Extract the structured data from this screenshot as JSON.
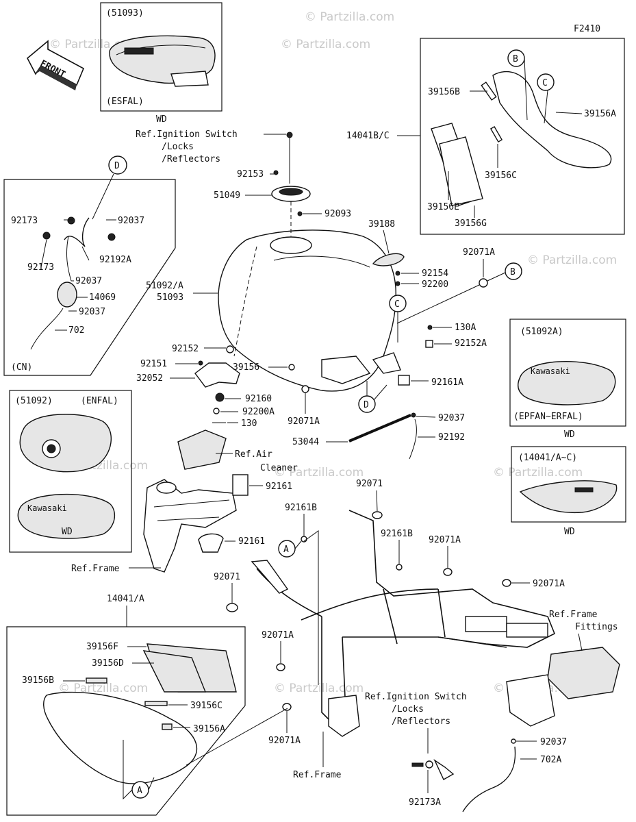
{
  "figure_code": "F2410",
  "front_label": "FRONT",
  "watermark": "© Partzilla.com",
  "callouts": {
    "a": "A",
    "b": "B",
    "c": "C",
    "d": "D"
  },
  "insets": {
    "esfal": {
      "title": "(51093)",
      "subtitle": "(ESFAL)",
      "caption": "WD"
    },
    "cn": {
      "subtitle": "(CN)"
    },
    "enfal": {
      "title": "(51092)",
      "variant": "(ENFAL)",
      "caption": "WD",
      "brand": "Kawasaki"
    },
    "epfan": {
      "title": "(51092A)",
      "subtitle": "(EPFAN~ERFAL)",
      "caption": "WD",
      "brand": "Kawasaki"
    },
    "cover": {
      "title": "(14041/A~C)",
      "caption": "WD"
    }
  },
  "labels": {
    "ref_ignition_1": "Ref.Ignition Switch",
    "ref_locks_1": "/Locks",
    "ref_reflectors_1": "/Reflectors",
    "ref_ignition_2": "Ref.Ignition Switch",
    "ref_locks_2": "/Locks",
    "ref_reflectors_2": "/Reflectors",
    "ref_air_1": "Ref.Air",
    "ref_air_2": "Cleaner",
    "ref_frame_1": "Ref.Frame",
    "ref_frame_2": "Ref.Frame",
    "ref_frame_fit_1": "Ref.Frame",
    "ref_frame_fit_2": "Fittings",
    "p92153": "92153",
    "p51049": "51049",
    "p92093": "92093",
    "p39188": "39188",
    "p92071A_1": "92071A",
    "p92154": "92154",
    "p92200": "92200",
    "p51092A": "51092/A",
    "p51093": "51093",
    "p130A": "130A",
    "p92152A": "92152A",
    "p92152": "92152",
    "p92151": "92151",
    "p32052": "32052",
    "p39156": "39156",
    "p92161A": "92161A",
    "p92160": "92160",
    "p92200A": "92200A",
    "p130": "130",
    "p92071A_2": "92071A",
    "p92037_main": "92037",
    "p53044": "53044",
    "p92192": "92192",
    "p92161_1": "92161",
    "p92161_2": "92161",
    "p92071_1": "92071",
    "p92161B_1": "92161B",
    "p92161B_2": "92161B",
    "p92071A_3": "92071A",
    "p92071_2": "92071",
    "p92071A_4": "92071A",
    "p92071A_5": "92071A",
    "p92071A_6": "92071A",
    "p14041A": "14041/A",
    "p39156F": "39156F",
    "p39156D": "39156D",
    "p39156B_1": "39156B",
    "p39156C_1": "39156C",
    "p39156A_1": "39156A",
    "p92037_r": "92037",
    "p702A": "702A",
    "p92173A": "92173A",
    "p14041BC": "14041B/C",
    "p39156B_2": "39156B",
    "p39156A_2": "39156A",
    "p39156C_2": "39156C",
    "p39156E": "39156E",
    "p39156G": "39156G",
    "cn_92173_a": "92173",
    "cn_92037_a": "92037",
    "cn_92173_b": "92173",
    "cn_92192A": "92192A",
    "cn_92037_b": "92037",
    "cn_14069": "14069",
    "cn_92037_c": "92037",
    "cn_702": "702"
  }
}
